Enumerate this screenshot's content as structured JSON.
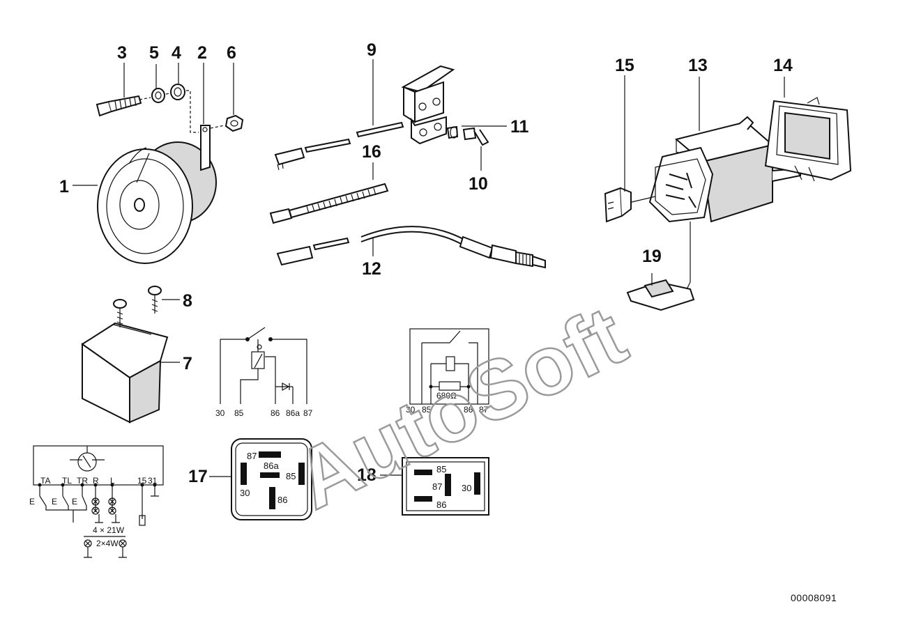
{
  "callouts": [
    "1",
    "2",
    "3",
    "4",
    "5",
    "6",
    "7",
    "8",
    "9",
    "10",
    "11",
    "12",
    "13",
    "14",
    "15",
    "16",
    "17",
    "18",
    "19"
  ],
  "relay_diagram_a": {
    "terminals": [
      "30",
      "85",
      "86",
      "86a",
      "87"
    ]
  },
  "relay_diagram_b": {
    "terminals": [
      "30",
      "85",
      "86",
      "87"
    ],
    "resistor_label": "680Ω"
  },
  "flasher_circuit": {
    "terminals": [
      "TA",
      "TL",
      "TR",
      "R",
      "L",
      "15",
      "31"
    ],
    "switch_labels": [
      "E",
      "E",
      "E"
    ],
    "lamp_label_1": "4 × 21W",
    "lamp_label_2": "2×4W"
  },
  "socket_17": {
    "pins": [
      "87",
      "86a",
      "30",
      "85",
      "86"
    ]
  },
  "socket_18": {
    "pins": [
      "85",
      "87",
      "30",
      "86"
    ]
  },
  "watermark": "AutoSoft",
  "reference_number": "00008091"
}
